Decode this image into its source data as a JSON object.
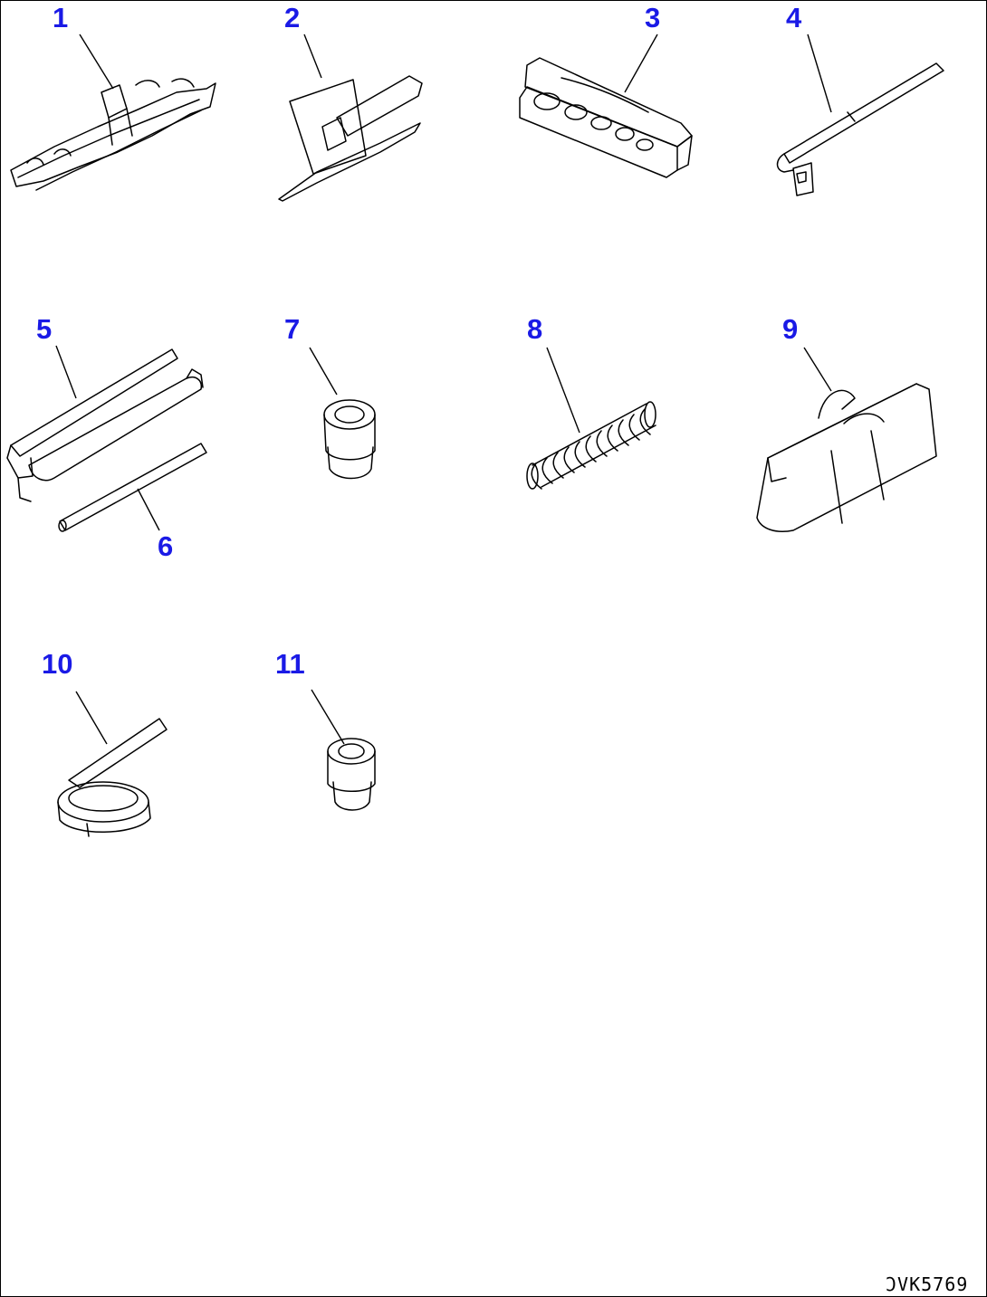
{
  "callouts": {
    "c1": "1",
    "c2": "2",
    "c3": "3",
    "c4": "4",
    "c5": "5",
    "c6": "6",
    "c7": "7",
    "c8": "8",
    "c9": "9",
    "c10": "10",
    "c11": "11"
  },
  "drawing_id": "ϽVK5769",
  "colors": {
    "callout": "#1a1ae6",
    "linework": "#000000",
    "background": "#ffffff"
  }
}
